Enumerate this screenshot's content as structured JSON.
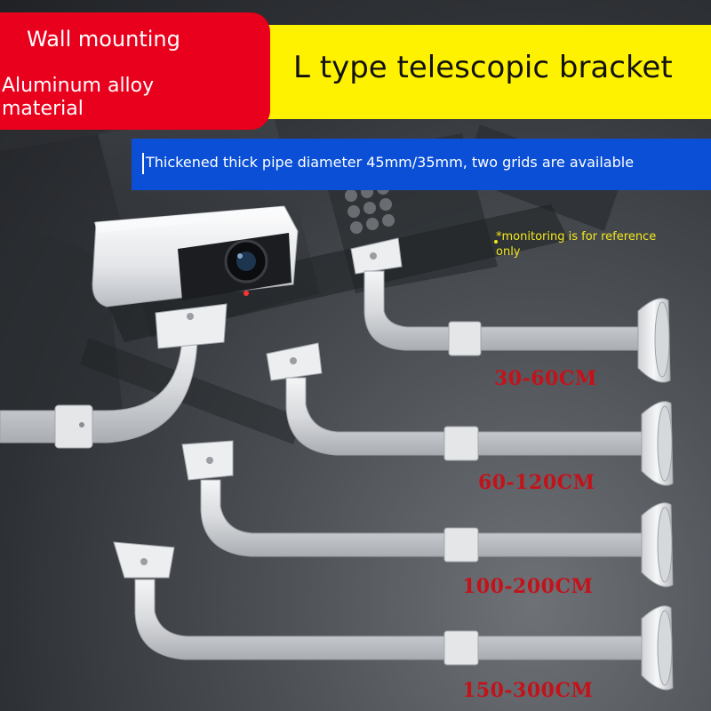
{
  "badge": {
    "line1": "Wall mounting",
    "line2a": "Aluminum alloy",
    "line2b": "material"
  },
  "banner": {
    "title": "L type telescopic bracket"
  },
  "subtitle": {
    "text": "Thickened thick pipe diameter 45mm/35mm, two grids are available"
  },
  "note": {
    "line1": "*monitoring is for reference",
    "line2": "only"
  },
  "brackets": [
    {
      "size": "30-60CM"
    },
    {
      "size": "60-120CM"
    },
    {
      "size": "100-200CM"
    },
    {
      "size": "150-300CM"
    }
  ],
  "colors": {
    "badge_red": "#e8001c",
    "banner_yellow": "#fff200",
    "strip_blue": "#0a4fd6",
    "label_red": "#c4121a",
    "note_yellow": "#f5e91e"
  }
}
